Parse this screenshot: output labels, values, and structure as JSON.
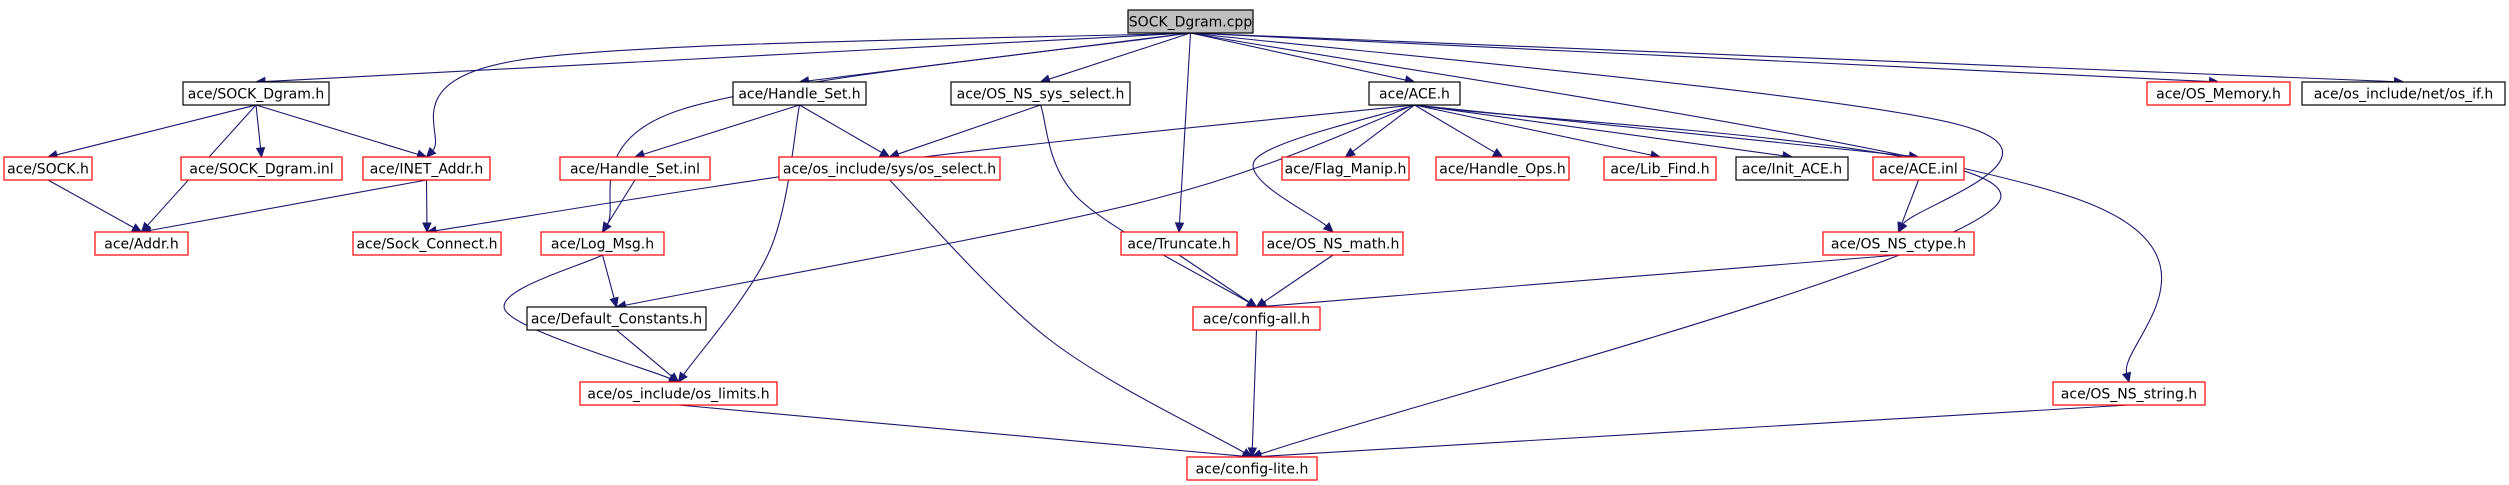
{
  "diagram": {
    "nodes": [
      {
        "id": "sock_dgram_cpp",
        "label": "SOCK_Dgram.cpp",
        "style": "root"
      },
      {
        "id": "sock_dgram_h",
        "label": "ace/SOCK_Dgram.h",
        "style": "black"
      },
      {
        "id": "handle_set_h",
        "label": "ace/Handle_Set.h",
        "style": "black"
      },
      {
        "id": "os_ns_sys_select_h",
        "label": "ace/OS_NS_sys_select.h",
        "style": "black"
      },
      {
        "id": "ace_h",
        "label": "ace/ACE.h",
        "style": "black"
      },
      {
        "id": "os_memory_h",
        "label": "ace/OS_Memory.h",
        "style": "red"
      },
      {
        "id": "os_if_h",
        "label": "ace/os_include/net/os_if.h",
        "style": "black"
      },
      {
        "id": "sock_h",
        "label": "ace/SOCK.h",
        "style": "red"
      },
      {
        "id": "sock_dgram_inl",
        "label": "ace/SOCK_Dgram.inl",
        "style": "red"
      },
      {
        "id": "inet_addr_h",
        "label": "ace/INET_Addr.h",
        "style": "red"
      },
      {
        "id": "handle_set_inl",
        "label": "ace/Handle_Set.inl",
        "style": "red"
      },
      {
        "id": "os_select_h",
        "label": "ace/os_include/sys/os_select.h",
        "style": "red"
      },
      {
        "id": "flag_manip_h",
        "label": "ace/Flag_Manip.h",
        "style": "red"
      },
      {
        "id": "handle_ops_h",
        "label": "ace/Handle_Ops.h",
        "style": "red"
      },
      {
        "id": "lib_find_h",
        "label": "ace/Lib_Find.h",
        "style": "red"
      },
      {
        "id": "init_ace_h",
        "label": "ace/Init_ACE.h",
        "style": "black"
      },
      {
        "id": "ace_inl",
        "label": "ace/ACE.inl",
        "style": "red"
      },
      {
        "id": "addr_h",
        "label": "ace/Addr.h",
        "style": "red"
      },
      {
        "id": "sock_connect_h",
        "label": "ace/Sock_Connect.h",
        "style": "red"
      },
      {
        "id": "log_msg_h",
        "label": "ace/Log_Msg.h",
        "style": "red"
      },
      {
        "id": "truncate_h",
        "label": "ace/Truncate.h",
        "style": "red"
      },
      {
        "id": "os_ns_math_h",
        "label": "ace/OS_NS_math.h",
        "style": "red"
      },
      {
        "id": "os_ns_ctype_h",
        "label": "ace/OS_NS_ctype.h",
        "style": "red"
      },
      {
        "id": "default_constants_h",
        "label": "ace/Default_Constants.h",
        "style": "black"
      },
      {
        "id": "config_all_h",
        "label": "ace/config-all.h",
        "style": "red"
      },
      {
        "id": "os_limits_h",
        "label": "ace/os_include/os_limits.h",
        "style": "red"
      },
      {
        "id": "os_ns_string_h",
        "label": "ace/OS_NS_string.h",
        "style": "red"
      },
      {
        "id": "config_lite_h",
        "label": "ace/config-lite.h",
        "style": "red"
      }
    ],
    "edges": [
      [
        "sock_dgram_cpp",
        "sock_dgram_h"
      ],
      [
        "sock_dgram_cpp",
        "handle_set_h"
      ],
      [
        "sock_dgram_cpp",
        "os_ns_sys_select_h"
      ],
      [
        "sock_dgram_cpp",
        "ace_h"
      ],
      [
        "sock_dgram_cpp",
        "os_memory_h"
      ],
      [
        "sock_dgram_cpp",
        "os_if_h"
      ],
      [
        "sock_dgram_cpp",
        "inet_addr_h"
      ],
      [
        "sock_dgram_cpp",
        "log_msg_h"
      ],
      [
        "sock_dgram_cpp",
        "truncate_h"
      ],
      [
        "sock_dgram_cpp",
        "os_ns_ctype_h"
      ],
      [
        "sock_dgram_cpp",
        "os_ns_string_h"
      ],
      [
        "sock_dgram_h",
        "sock_h"
      ],
      [
        "sock_dgram_h",
        "sock_dgram_inl"
      ],
      [
        "sock_dgram_h",
        "inet_addr_h"
      ],
      [
        "sock_dgram_h",
        "addr_h"
      ],
      [
        "sock_h",
        "addr_h"
      ],
      [
        "inet_addr_h",
        "addr_h"
      ],
      [
        "inet_addr_h",
        "sock_connect_h"
      ],
      [
        "handle_set_h",
        "handle_set_inl"
      ],
      [
        "handle_set_h",
        "os_select_h"
      ],
      [
        "handle_set_h",
        "os_limits_h"
      ],
      [
        "handle_set_inl",
        "log_msg_h"
      ],
      [
        "os_ns_sys_select_h",
        "os_select_h"
      ],
      [
        "os_ns_sys_select_h",
        "config_all_h"
      ],
      [
        "ace_h",
        "sock_connect_h"
      ],
      [
        "ace_h",
        "default_constants_h"
      ],
      [
        "ace_h",
        "os_ns_math_h"
      ],
      [
        "ace_h",
        "flag_manip_h"
      ],
      [
        "ace_h",
        "handle_ops_h"
      ],
      [
        "ace_h",
        "lib_find_h"
      ],
      [
        "ace_h",
        "init_ace_h"
      ],
      [
        "ace_h",
        "ace_inl"
      ],
      [
        "ace_h",
        "config_lite_h"
      ],
      [
        "ace_inl",
        "os_ns_ctype_h"
      ],
      [
        "log_msg_h",
        "default_constants_h"
      ],
      [
        "log_msg_h",
        "os_limits_h"
      ],
      [
        "default_constants_h",
        "os_limits_h"
      ],
      [
        "truncate_h",
        "config_all_h"
      ],
      [
        "os_ns_math_h",
        "config_all_h"
      ],
      [
        "os_ns_ctype_h",
        "config_all_h"
      ],
      [
        "config_all_h",
        "config_lite_h"
      ],
      [
        "os_select_h",
        "config_lite_h"
      ],
      [
        "os_limits_h",
        "config_lite_h"
      ],
      [
        "os_ns_string_h",
        "config_lite_h"
      ]
    ]
  }
}
